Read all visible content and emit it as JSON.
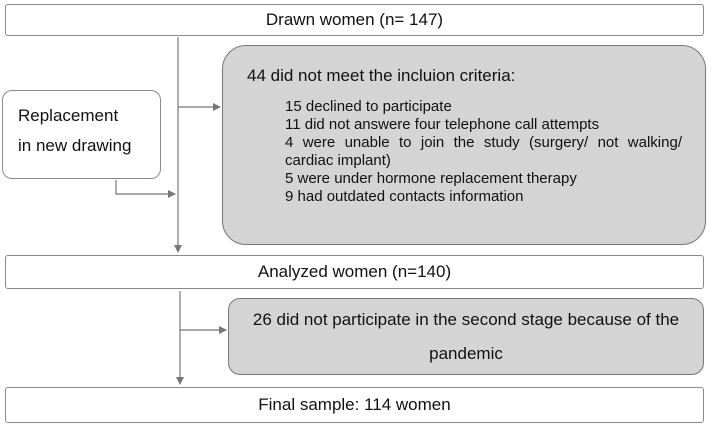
{
  "drawn": "Drawn women (n= 147)",
  "replacement": {
    "line1": "Replacement",
    "line2": "in new drawing"
  },
  "excluded": {
    "heading": "44 did not meet the incluion criteria:",
    "items": [
      "15 declined to participate",
      "11 did not answere four telephone call attempts",
      "4 were unable to join the study (surgery/ not walking/ cardiac implant)",
      "5 were under hormone replacement therapy",
      "9 had outdated contacts information"
    ]
  },
  "analyzed": "Analyzed women (n=140)",
  "pandemic": "26 did not participate in the second stage because of the pandemic",
  "final": "Final sample: 114 women",
  "colors": {
    "grey_box": "#d4d4d4",
    "border": "#8a8a8a",
    "arrow": "#777777"
  }
}
